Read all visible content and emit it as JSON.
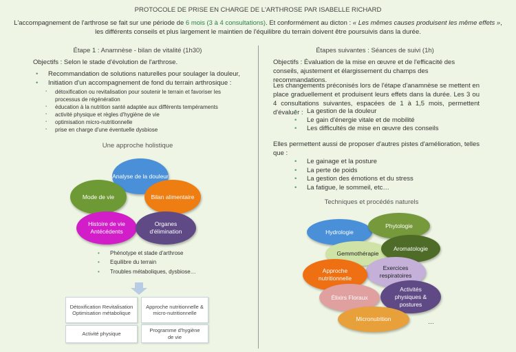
{
  "title": "PROTOCOLE DE PRISE EN CHARGE DE L'ARTHROSE PAR ISABELLE RICHARD",
  "intro": {
    "part1": "L'accompagnement de l'arthrose se fait sur une période de ",
    "highlight": "6 mois (3 à 4 consultations)",
    "part2": ". Et conformément au dicton : ",
    "quote": "« Les mêmes causes produisent les même effets »",
    "part3": ",",
    "line2": "les différents conseils et plus largement le maintien de l'équilibre du terrain doivent être poursuivis dans la durée."
  },
  "left": {
    "heading": "Étape 1 : Anamnèse - bilan de vitalité (1h30)",
    "objectives": "Objectifs : Selon le stade d'évolution de l'arthrose.",
    "bullets": [
      "Recommandation de solutions naturelles pour soulager la douleur,",
      "Initiation d'un accompagnement de fond du terrain arthrosique :"
    ],
    "sub_bullets": [
      "détoxification ou revitalisation pour soutenir le terrain et favoriser les processus de régénération",
      "éducation à la nutrition santé adaptée aux différents tempéraments",
      "activité physique et règles d'hygiène de vie",
      "optimisation micro-nutritionnelle",
      "prise en charge d'une éventuelle dysbiose"
    ],
    "diagram_title": "Une approche holistique",
    "ellipses": [
      {
        "label": "Analyse de la douleur",
        "color": "#4a90d9"
      },
      {
        "label": "Mode de vie",
        "color": "#6e9a35"
      },
      {
        "label": "Bilan alimentaire",
        "color": "#ee7d12"
      },
      {
        "label": "Histoire de vie Antécédents",
        "color": "#d21ec8"
      },
      {
        "label": "Organes d'élimination",
        "color": "#5f4a86"
      }
    ],
    "diagram_bullets": [
      "Phénotype et stade d'arthrose",
      "Equilibre du terrain",
      "Troubles métaboliques, dysbiose…"
    ],
    "boxes": [
      "Détoxification Revitalisation Optimisation métabolique",
      "Approche nutritionnelle & micro-nutritionnelle",
      "Activité physique",
      "Programme d'hygiène de vie"
    ]
  },
  "right": {
    "heading": "Étapes suivantes : Séances de suivi (1h)",
    "objectives": "Objectifs : Évaluation de la mise en œuvre et de l'efficacité des conseils, ajustement et élargissement du champs des recommandations.",
    "para1": "Les changements préconisés lors de l'étape d'anamnèse se mettent en place graduellement et produisent leurs effets dans la durée. Les 3 ou 4 consultations suivantes, espacées de 1 à 1,5 mois, permettent d'évaluer :",
    "bullets1": [
      "La gestion de la douleur",
      "Le gain d'énergie vitale et de mobilité",
      "Les difficultés de mise en œuvre des conseils"
    ],
    "para2": "Elles permettent aussi de proposer d'autres pistes d'amélioration, telles que :",
    "bullets2": [
      "Le gainage et la posture",
      "La perte de poids",
      "La gestion des émotions et du stress",
      "La fatigue, le sommeil, etc…"
    ],
    "diagram_title": "Techniques et procédés naturels",
    "ellipses": [
      {
        "label": "Hydrologie",
        "color": "#4a90d9"
      },
      {
        "label": "Phytologie",
        "color": "#76993c"
      },
      {
        "label": "Gemmothérapie",
        "color": "#cfe3a6"
      },
      {
        "label": "Aromatologie",
        "color": "#4f6b28"
      },
      {
        "label": "Approche nutritionnelle",
        "color": "#ee7012"
      },
      {
        "label": "Exercices respiratoires",
        "color": "#c4b0d9"
      },
      {
        "label": "Élixirs Floraux",
        "color": "#e0a0a0"
      },
      {
        "label": "Activités physiques & postures",
        "color": "#5f4a86"
      },
      {
        "label": "Micronutrition",
        "color": "#e8a03a"
      }
    ],
    "ellipsis": "…"
  }
}
